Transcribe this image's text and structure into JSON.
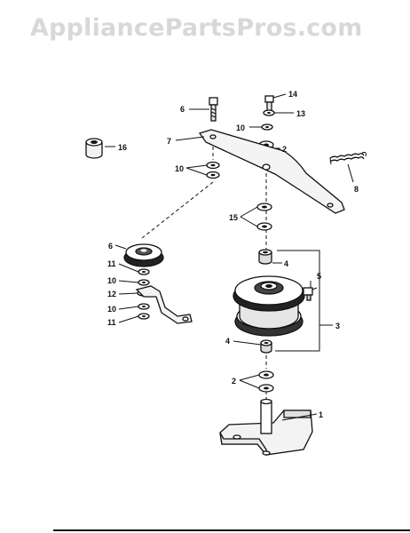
{
  "watermark": "AppliancePartsPros.com",
  "callouts": {
    "c1": "1",
    "c2a": "2",
    "c2b": "2",
    "c3": "3",
    "c4a": "4",
    "c4b": "4",
    "c5": "5",
    "c6a": "6",
    "c6b": "6",
    "c7": "7",
    "c8": "8",
    "c10a": "10",
    "c10b": "10",
    "c10c": "10",
    "c10d": "10",
    "c11a": "11",
    "c11b": "11",
    "c12": "12",
    "c13": "13",
    "c14": "14",
    "c15": "15",
    "c16": "16"
  },
  "colors": {
    "ink": "#111111",
    "watermark": "#d8d8d8",
    "background": "#ffffff"
  }
}
